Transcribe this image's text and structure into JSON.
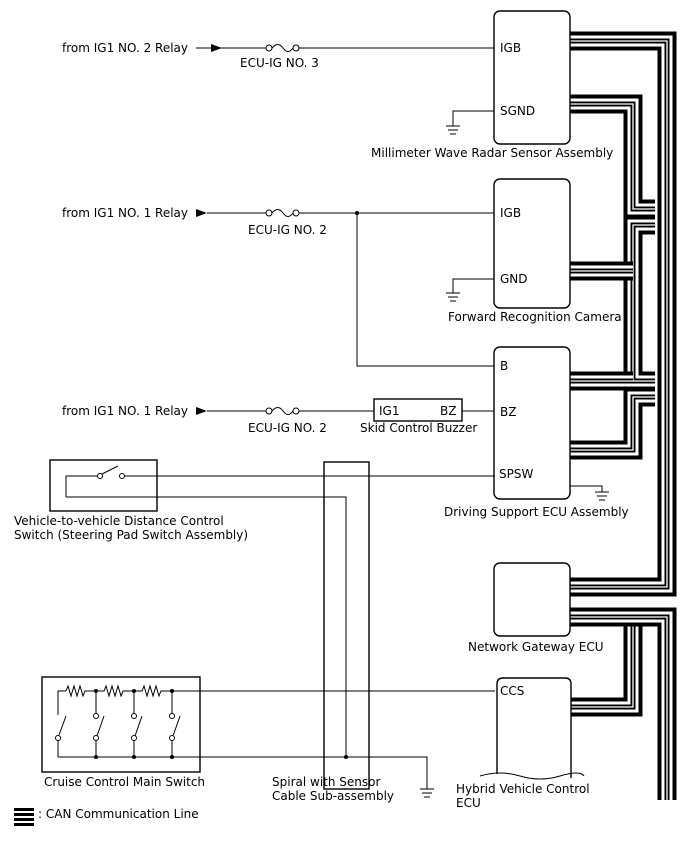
{
  "sources": {
    "relay_ig1_no2": "from IG1 NO. 2 Relay",
    "relay_ig1_no1_a": "from IG1 NO. 1 Relay",
    "relay_ig1_no1_b": "from IG1 NO. 1 Relay"
  },
  "fuses": {
    "ecu_ig_no3": "ECU-IG NO. 3",
    "ecu_ig_no2_a": "ECU-IG NO. 2",
    "ecu_ig_no2_b": "ECU-IG NO. 2"
  },
  "components": {
    "radar": {
      "name": "Millimeter Wave Radar Sensor Assembly",
      "pins": [
        "IGB",
        "SGND"
      ]
    },
    "camera": {
      "name": "Forward Recognition Camera",
      "pins": [
        "IGB",
        "GND"
      ]
    },
    "driving_support": {
      "name": "Driving Support ECU Assembly",
      "pins": [
        "B",
        "BZ",
        "SPSW"
      ]
    },
    "gateway": {
      "name": "Network Gateway ECU"
    },
    "hybrid": {
      "name_line1": "Hybrid Vehicle Control",
      "name_line2": "ECU",
      "pins": [
        "CCS"
      ]
    },
    "buzzer": {
      "name": "Skid Control Buzzer",
      "pin_left": "IG1",
      "pin_right": "BZ"
    },
    "distance_switch": {
      "name_line1": "Vehicle-to-vehicle Distance Control",
      "name_line2": "Switch (Steering Pad Switch Assembly)"
    },
    "cruise_switch": {
      "name": "Cruise Control Main Switch"
    },
    "spiral": {
      "name_line1": "Spiral with Sensor",
      "name_line2": "Cable Sub-assembly"
    }
  },
  "legend": {
    "label": ": CAN Communication Line"
  }
}
